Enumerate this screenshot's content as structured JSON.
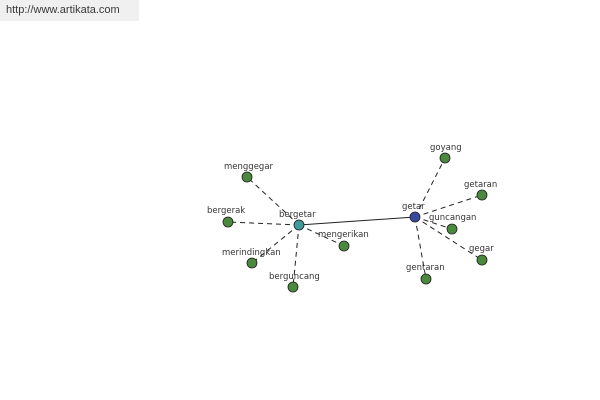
{
  "header": {
    "url": "http://www.artikata.com"
  },
  "colors": {
    "hub_primary": "#3a49a0",
    "hub_secondary": "#3f9a9a",
    "leaf": "#4b8a3e",
    "edge": "#222222",
    "label": "#333333"
  },
  "graph": {
    "nodes": [
      {
        "id": "getar",
        "label": "getar",
        "kind": "hub_primary"
      },
      {
        "id": "bergetar",
        "label": "bergetar",
        "kind": "hub_secondary"
      },
      {
        "id": "goyang",
        "label": "goyang",
        "kind": "leaf"
      },
      {
        "id": "getaran",
        "label": "getaran",
        "kind": "leaf"
      },
      {
        "id": "guncangan",
        "label": "guncangan",
        "kind": "leaf"
      },
      {
        "id": "gegar",
        "label": "gegar",
        "kind": "leaf"
      },
      {
        "id": "gentaran",
        "label": "gentaran",
        "kind": "leaf"
      },
      {
        "id": "menggegar",
        "label": "menggegar",
        "kind": "leaf"
      },
      {
        "id": "bergerak",
        "label": "bergerak",
        "kind": "leaf"
      },
      {
        "id": "merindingkan",
        "label": "merindingkan",
        "kind": "leaf"
      },
      {
        "id": "berguncang",
        "label": "berguncang",
        "kind": "leaf"
      },
      {
        "id": "mengerikan",
        "label": "mengerikan",
        "kind": "leaf"
      }
    ],
    "edges": [
      {
        "from": "getar",
        "to": "bergetar",
        "style": "solid"
      },
      {
        "from": "getar",
        "to": "goyang",
        "style": "dashed"
      },
      {
        "from": "getar",
        "to": "getaran",
        "style": "dashed"
      },
      {
        "from": "getar",
        "to": "guncangan",
        "style": "dashed"
      },
      {
        "from": "getar",
        "to": "gegar",
        "style": "dashed"
      },
      {
        "from": "getar",
        "to": "gentaran",
        "style": "dashed"
      },
      {
        "from": "bergetar",
        "to": "menggegar",
        "style": "dashed"
      },
      {
        "from": "bergetar",
        "to": "bergerak",
        "style": "dashed"
      },
      {
        "from": "bergetar",
        "to": "merindingkan",
        "style": "dashed"
      },
      {
        "from": "bergetar",
        "to": "berguncang",
        "style": "dashed"
      },
      {
        "from": "bergetar",
        "to": "mengerikan",
        "style": "dashed"
      }
    ]
  }
}
